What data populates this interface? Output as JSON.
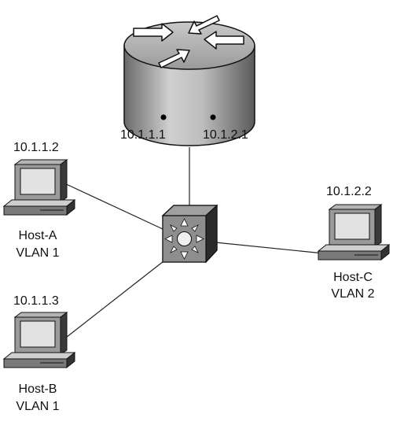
{
  "router": {
    "name_icon": "router-icon",
    "interfaces": [
      {
        "ip": "10.1.1.1"
      },
      {
        "ip": "10.1.2.1"
      }
    ]
  },
  "switch": {
    "name_icon": "multilayer-switch-icon"
  },
  "hosts": [
    {
      "ip": "10.1.1.2",
      "name": "Host-A",
      "vlan": "VLAN 1"
    },
    {
      "ip": "10.1.1.3",
      "name": "Host-B",
      "vlan": "VLAN 1"
    },
    {
      "ip": "10.1.2.2",
      "name": "Host-C",
      "vlan": "VLAN 2"
    }
  ],
  "colors": {
    "device_dark": "#3a3a3a",
    "device_mid": "#8c8c8c",
    "device_light": "#d8d8d8",
    "screen": "#dcdcdc",
    "link": "#222222"
  }
}
